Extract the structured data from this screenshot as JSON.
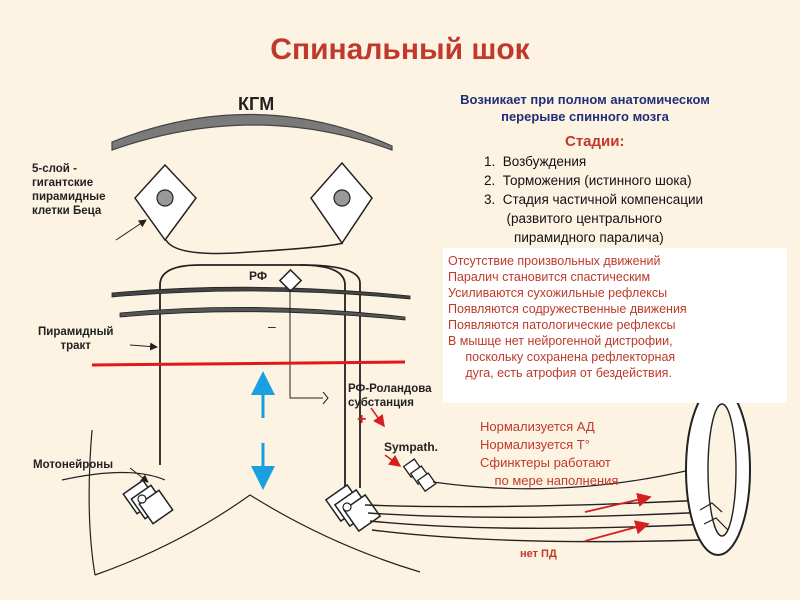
{
  "title": "Спинальный шок",
  "labels": {
    "kgm": "КГМ",
    "intro_line1": "Возникает при полном анатомическом",
    "intro_line2": "перерыве спинного мозга",
    "betz_line1": "5-слой -",
    "betz_line2": "гигантские",
    "betz_line3": "пирамидные",
    "betz_line4": "клетки Беца",
    "pyramidal_line1": "Пирамидный",
    "pyramidal_line2": "тракт",
    "motoneurons": "Мотонейроны",
    "rf": "РФ",
    "rolando_line1": "РФ-Роландова",
    "rolando_line2": "субстанция",
    "plus": "+",
    "minus": "–",
    "sympath": "Sympath.",
    "no_pd": "нет ПД"
  },
  "stages": {
    "heading": "Стадии:",
    "items": [
      "1.  Возбуждения",
      "2.  Торможения (истинного шока)",
      "3.  Стадия частичной компенсации",
      "      (развитого центрального",
      "        пирамидного паралича)"
    ]
  },
  "symptoms": [
    "Отсутствие произвольных движений",
    "Паралич становится спастическим",
    "Усиливаются сухожильные рефлексы",
    "Появляются содружественные движения",
    "Появляются патологические рефлексы",
    "В мышце нет нейрогенной дистрофии,",
    "     поскольку сохранена рефлекторная",
    "     дуга, есть атрофия от бездействия."
  ],
  "normalization": [
    "Нормализуется АД",
    "Нормализуется Т°",
    "Сфинктеры работают",
    "    по мере наполнения"
  ],
  "colors": {
    "background": "#fdf3e3",
    "title": "#c0392b",
    "intro": "#1f2f7a",
    "accent_red": "#d62020",
    "arrow_cyan": "#1aa0e0",
    "cortex_gray": "#777777"
  }
}
